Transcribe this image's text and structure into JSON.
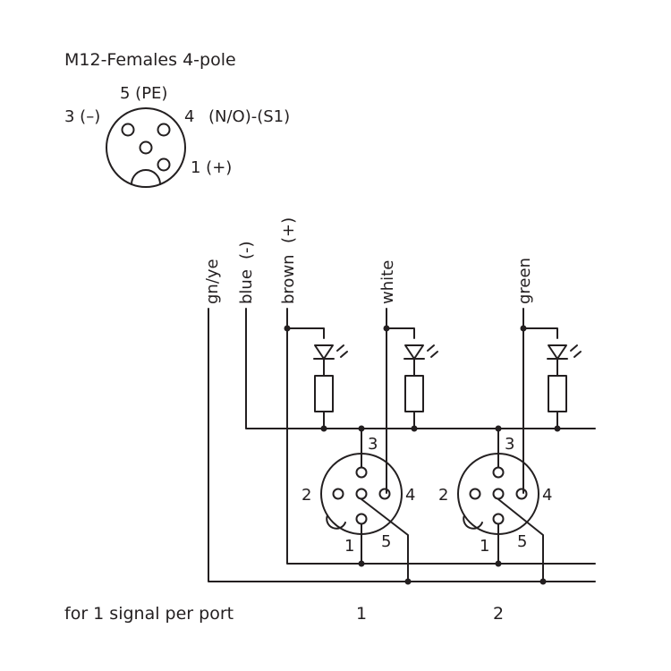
{
  "legend": {
    "title": "M12-Females  4-pole",
    "pin5": "5 (PE)",
    "pin3": "3 (–)",
    "pin4": "4",
    "pin4_function": "(N/O)-(S1)",
    "pin1": "1 (+)"
  },
  "wires": {
    "gnye": "gn/ye",
    "blue": "blue",
    "blue_sign": "(-)",
    "brown": "brown",
    "brown_sign": "(+)",
    "white": "white",
    "green": "green"
  },
  "ports": [
    {
      "pin3": "3",
      "pin2": "2",
      "pin4": "4",
      "pin1": "1",
      "pin5": "5",
      "number": "1"
    },
    {
      "pin3": "3",
      "pin2": "2",
      "pin4": "4",
      "pin1": "1",
      "pin5": "5",
      "number": "2"
    }
  ],
  "footer": {
    "caption": "for 1 signal per port"
  }
}
